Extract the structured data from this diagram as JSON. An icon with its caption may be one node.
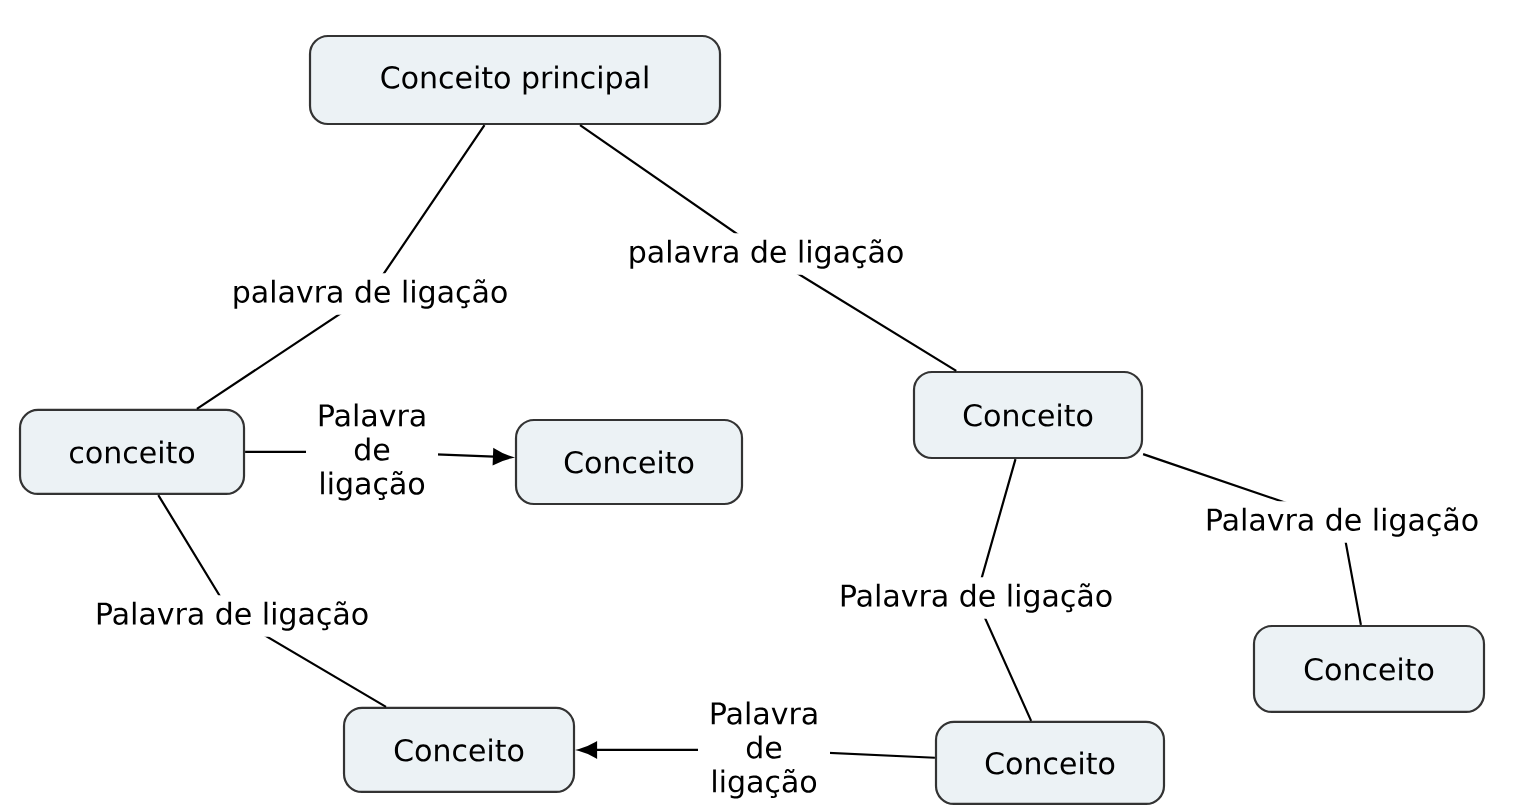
{
  "diagram": {
    "nodes": [
      {
        "text": [
          "Conceito principal"
        ]
      },
      {
        "text": [
          "conceito"
        ]
      },
      {
        "text": [
          "Conceito"
        ]
      },
      {
        "text": [
          "Conceito"
        ]
      },
      {
        "text": [
          "Conceito"
        ]
      },
      {
        "text": [
          "Conceito"
        ]
      },
      {
        "text": [
          "Conceito"
        ]
      }
    ],
    "edges": [
      {
        "from": 0,
        "to": 1,
        "arrow": "none",
        "label": "palavra de ligação"
      },
      {
        "from": 0,
        "to": 3,
        "arrow": "none",
        "label": "palavra de ligação"
      },
      {
        "from": 1,
        "to": 2,
        "arrow": "to",
        "label": "Palavra de ligação"
      },
      {
        "from": 1,
        "to": 4,
        "arrow": "none",
        "label": "Palavra de ligação"
      },
      {
        "from": 3,
        "to": 6,
        "arrow": "none",
        "label": "Palavra de ligação"
      },
      {
        "from": 3,
        "to": 5,
        "arrow": "none",
        "label": "Palavra de ligação"
      },
      {
        "from": 5,
        "to": 4,
        "arrow": "to",
        "label": "Palavra de ligação"
      }
    ]
  }
}
